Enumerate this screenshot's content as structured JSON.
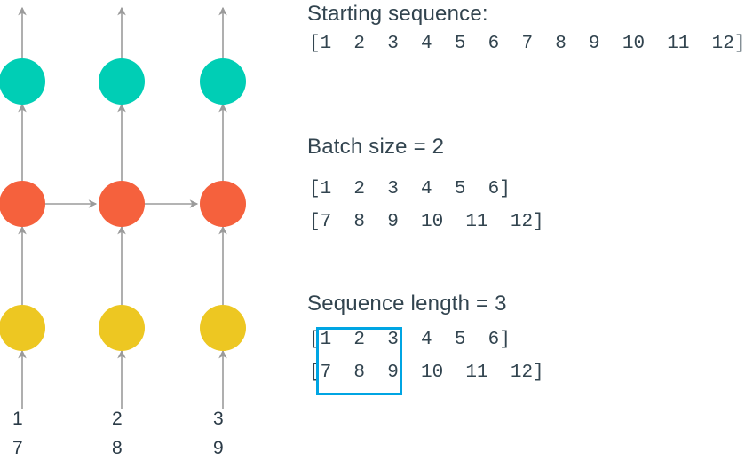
{
  "diagram": {
    "columns": [
      {
        "index": 0,
        "top_value": "1",
        "bottom_value": "7"
      },
      {
        "index": 1,
        "top_value": "2",
        "bottom_value": "8"
      },
      {
        "index": 2,
        "top_value": "3",
        "bottom_value": "9"
      }
    ],
    "layers": [
      {
        "name": "output-layer",
        "color": "#00ceb5"
      },
      {
        "name": "hidden-layer",
        "color": "#f5613d"
      },
      {
        "name": "input-layer",
        "color": "#edc722"
      }
    ],
    "arrow_color": "#9b9b9b"
  },
  "panel": {
    "starting": {
      "heading": "Starting sequence:",
      "sequence": "[1  2  3  4  5  6  7  8  9  10  11  12]"
    },
    "batch": {
      "heading": "Batch size = 2",
      "rows": [
        "[1  2  3  4  5  6]",
        "[7  8  9  10  11  12]"
      ]
    },
    "seqlen": {
      "heading": "Sequence length = 3",
      "rows": [
        "[1  2  3  4  5  6]",
        "[7  8  9  10  11  12]"
      ],
      "highlight_color": "#00a5e3"
    }
  },
  "colors": {
    "text": "#32444f",
    "teal": "#00ceb5",
    "orange": "#f5613d",
    "yellow": "#edc722",
    "arrow": "#9b9b9b",
    "accent": "#00a5e3"
  }
}
